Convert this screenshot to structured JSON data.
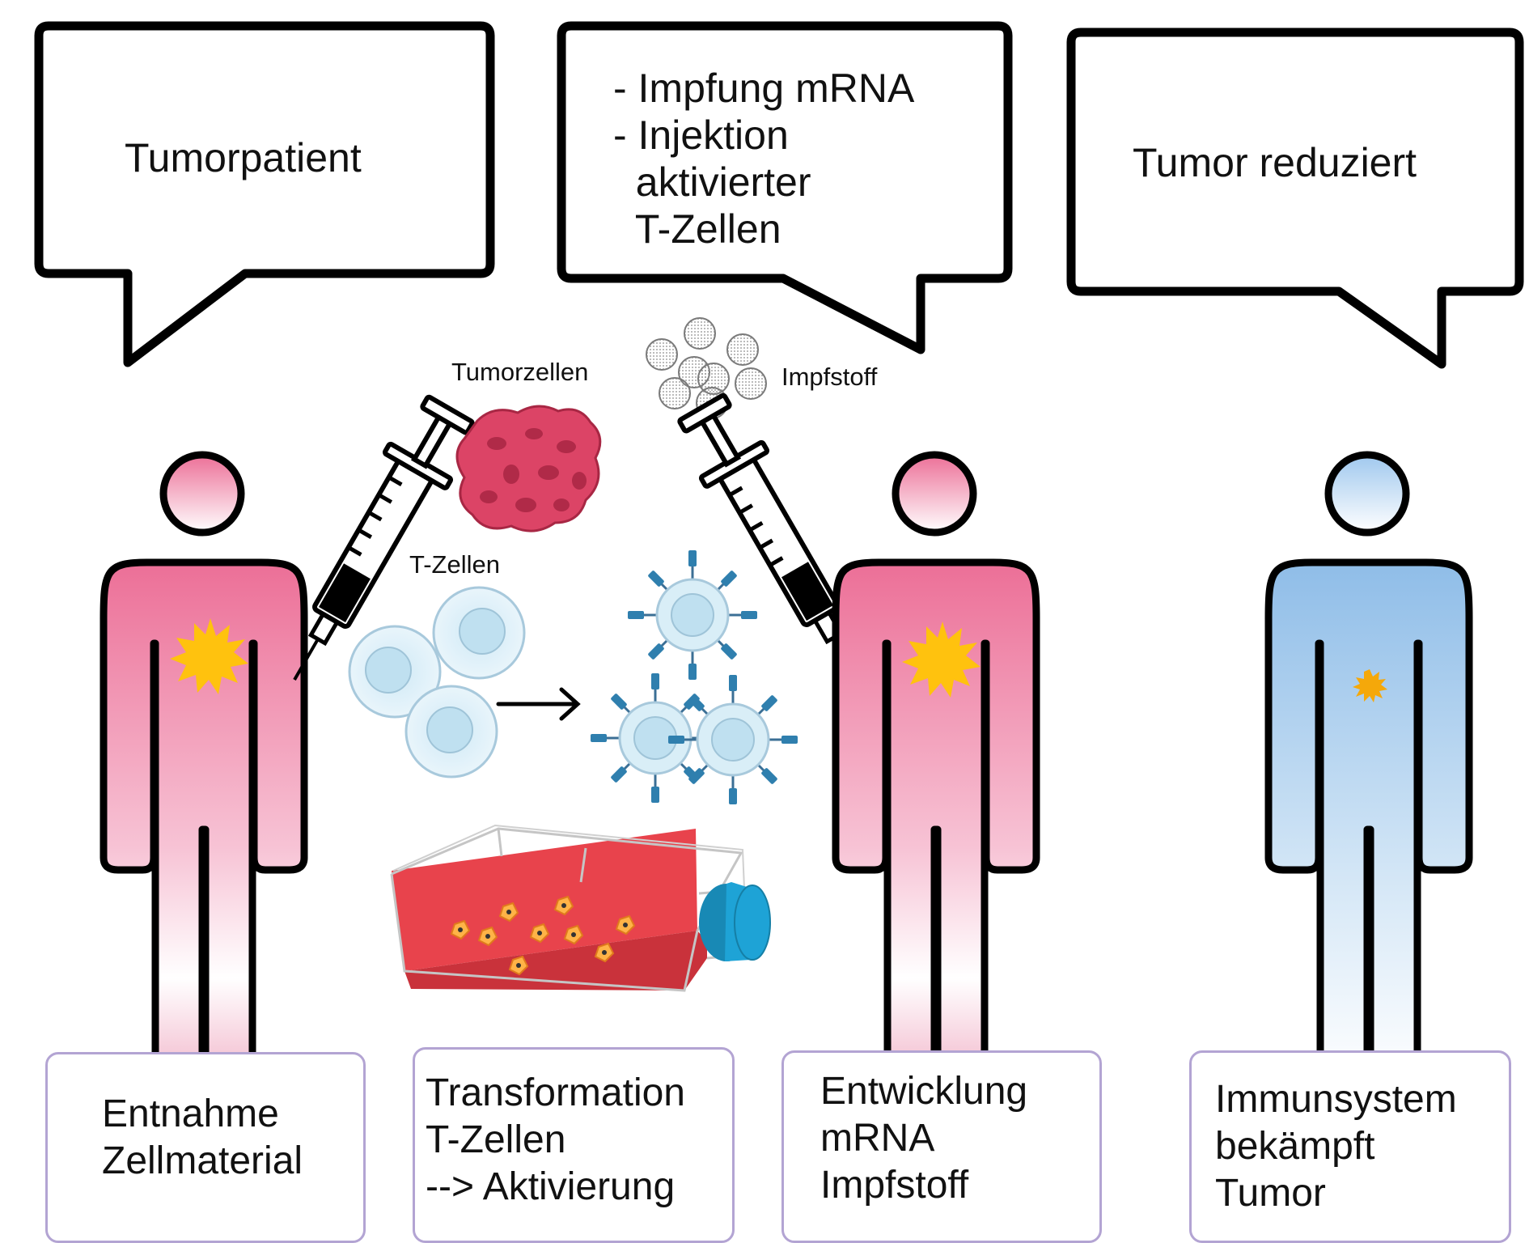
{
  "bubbles": {
    "patient": "Tumorpatient",
    "treatment": [
      "- Impfung mRNA",
      "- Injektion",
      "  aktivierter",
      "  T-Zellen"
    ],
    "result": "Tumor reduziert"
  },
  "labels": {
    "tumor_cells": "Tumorzellen",
    "vaccine": "Impfstoff",
    "t_cells": "T-Zellen"
  },
  "steps": [
    {
      "lines": [
        "Entnahme",
        "Zellmaterial"
      ]
    },
    {
      "lines": [
        "Transformation",
        "T-Zellen",
        "--> Aktivierung"
      ]
    },
    {
      "lines": [
        "Entwicklung",
        "mRNA",
        "Impfstoff"
      ]
    },
    {
      "lines": [
        "Immunsystem",
        "bekämpft",
        "Tumor"
      ]
    }
  ],
  "colors": {
    "patient_pink": "#ec6f97",
    "healed_blue": "#8fbde8",
    "tumor_yellow": "#ffc20e",
    "tumor_tissue": "#dc4466",
    "t_cell_fill": "#d9eef7",
    "receptor_blue": "#2f7fae",
    "flask_medium": "#e8434c",
    "flask_cap": "#1ea3d6",
    "step_border": "#b3a4d3"
  },
  "icons": [
    "speech-bubble",
    "person-figure",
    "syringe-icon",
    "tumor-star-icon",
    "tumor-tissue-icon",
    "vaccine-particle-icon",
    "t-cell-icon",
    "activated-t-cell-icon",
    "arrow-right-icon",
    "culture-flask-icon"
  ]
}
